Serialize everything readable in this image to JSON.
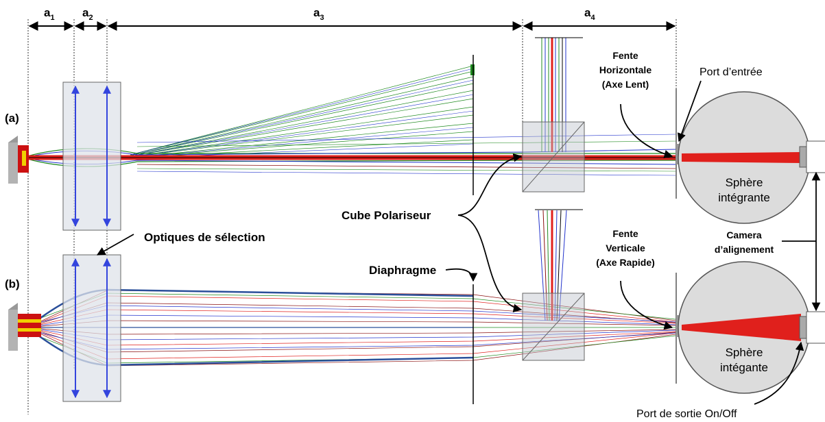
{
  "dimensions": {
    "a1": {
      "base": "a",
      "sub": "1"
    },
    "a2": {
      "base": "a",
      "sub": "2"
    },
    "a3": {
      "base": "a",
      "sub": "3"
    },
    "a4": {
      "base": "a",
      "sub": "4"
    }
  },
  "panels": {
    "a": "(a)",
    "b": "(b)"
  },
  "labels": {
    "slit_h": [
      "Fente",
      "Horizontale",
      "(Axe Lent)"
    ],
    "slit_v": [
      "Fente",
      "Verticale",
      "(Axe Rapide)"
    ],
    "port_in": "Port d’entrée",
    "port_out": "Port de sortie On/Off",
    "cube": "Cube Polariseur",
    "optics": "Optiques de sélection",
    "diaphragm": "Diaphragme",
    "camera": [
      "Camera",
      "d’alignement"
    ],
    "sphere_a": [
      "Sphère",
      "intégrante"
    ],
    "sphere_b": [
      "Sphère",
      "intégante"
    ]
  },
  "colors": {
    "ray_red": "#e0201c",
    "ray_green": "#1f8a1f",
    "ray_blue": "#2233cc",
    "ray_dark_red": "#8a1010",
    "lens_arrow": "#3344dd",
    "glass": "#dfe3ea",
    "sphere": "#dcdcdc",
    "source_red": "#cc1111",
    "source_yellow": "#f0d000"
  }
}
